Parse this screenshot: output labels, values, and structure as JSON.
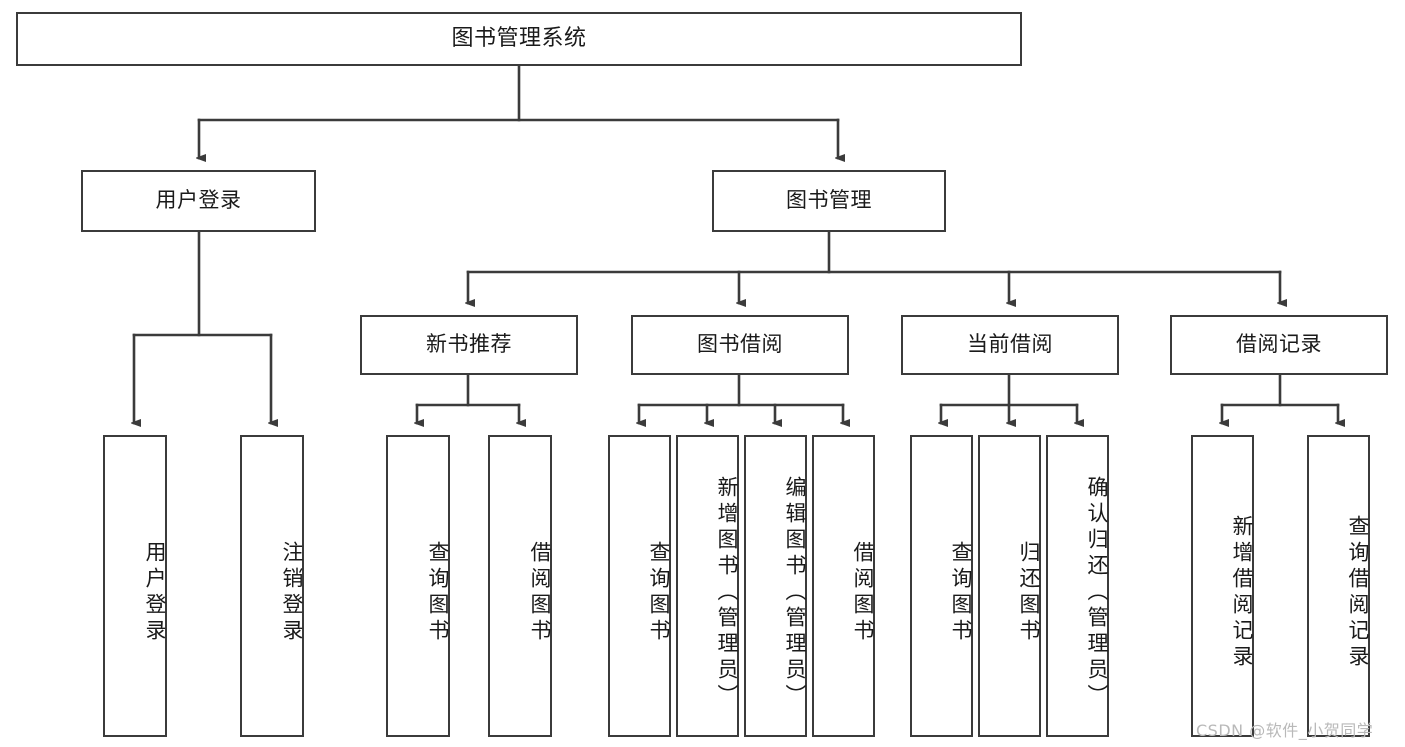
{
  "diagram": {
    "title": "图书管理系统",
    "type": "functional-structure-tree",
    "orientation": "top-down",
    "watermark": "CSDN @软件_小贺同学",
    "colors": {
      "box_border": "#3b3b3b",
      "box_fill": "#ffffff",
      "line": "#3b3b3b",
      "text": "#1a1a1a",
      "watermark": "#b9b9b9",
      "background": "#ffffff"
    },
    "root": {
      "label": "图书管理系统"
    },
    "level2": [
      {
        "label": "用户登录"
      },
      {
        "label": "图书管理"
      }
    ],
    "level3": [
      {
        "label": "新书推荐"
      },
      {
        "label": "图书借阅"
      },
      {
        "label": "当前借阅"
      },
      {
        "label": "借阅记录"
      }
    ],
    "leaves": {
      "user_login": [
        {
          "label": "用户登录"
        },
        {
          "label": "注销登录"
        }
      ],
      "new_book_recommend": [
        {
          "label": "查询图书"
        },
        {
          "label": "借阅图书"
        }
      ],
      "book_borrow": [
        {
          "label": "查询图书"
        },
        {
          "label": "新增图书（管理员）"
        },
        {
          "label": "编辑图书（管理员）"
        },
        {
          "label": "借阅图书"
        }
      ],
      "current_borrow": [
        {
          "label": "查询图书"
        },
        {
          "label": "归还图书"
        },
        {
          "label": "确认归还（管理员）"
        }
      ],
      "borrow_record": [
        {
          "label": "新增借阅记录"
        },
        {
          "label": "查询借阅记录"
        }
      ]
    }
  }
}
